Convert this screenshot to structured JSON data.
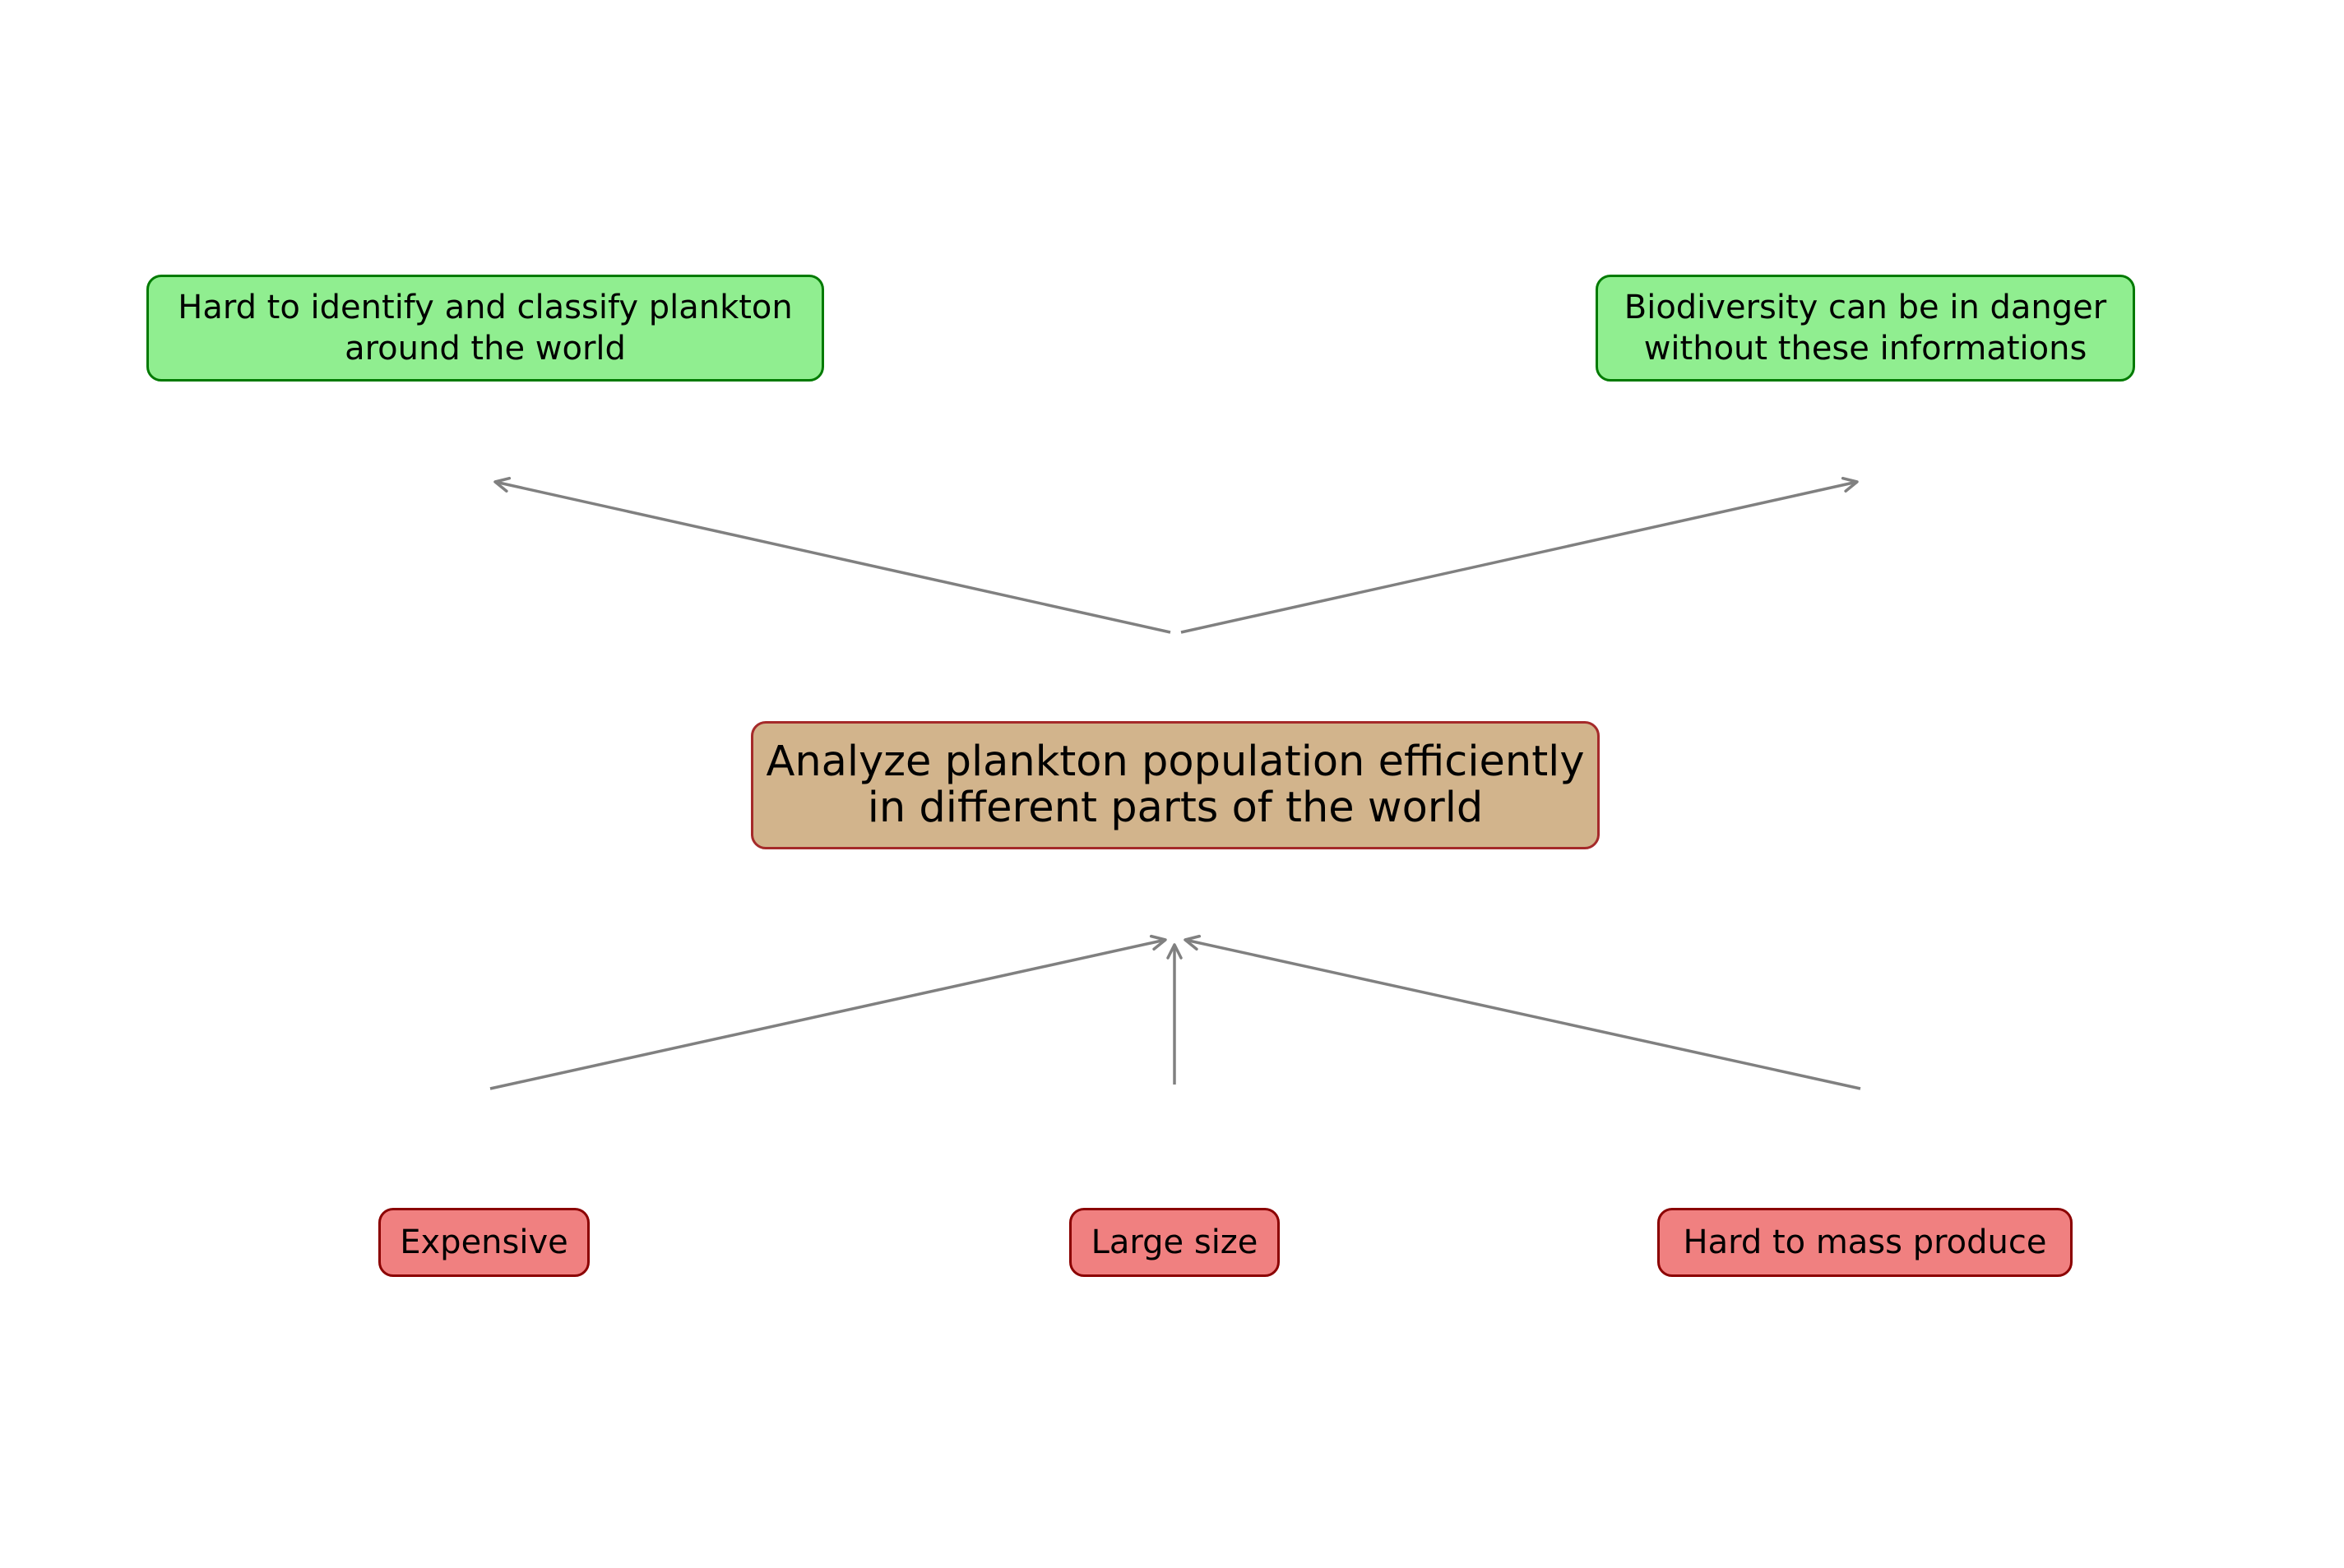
{
  "diagram": {
    "consequences": [
      {
        "line1": "Hard to identify and classify plankton",
        "line2": "around the world"
      },
      {
        "line1": "Biodiversity can be in danger",
        "line2": "without these informations"
      }
    ],
    "goal": {
      "line1": "Analyze plankton population efficiently",
      "line2": "in different parts of the world"
    },
    "problems": [
      {
        "label": "Expensive"
      },
      {
        "label": "Large size"
      },
      {
        "label": "Hard to mass produce"
      }
    ],
    "colors": {
      "consequence_fill": "#90ee90",
      "consequence_border": "#007a00",
      "goal_fill": "#d2b48c",
      "goal_border": "#a52a2a",
      "problem_fill": "#f08080",
      "problem_border": "#8b0000",
      "arrow": "#808080"
    }
  }
}
